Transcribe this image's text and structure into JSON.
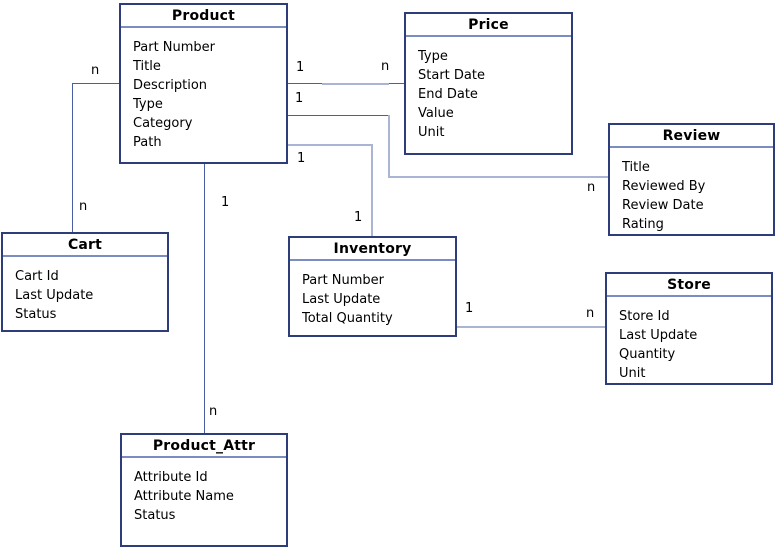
{
  "diagram_type": "entity-relationship",
  "entities": [
    {
      "name": "Product",
      "attributes": [
        "Part Number",
        "Title",
        "Description",
        "Type",
        "Category",
        "Path"
      ]
    },
    {
      "name": "Price",
      "attributes": [
        "Type",
        "Start Date",
        "End Date",
        "Value",
        "Unit"
      ]
    },
    {
      "name": "Review",
      "attributes": [
        "Title",
        "Reviewed By",
        "Review Date",
        "Rating"
      ]
    },
    {
      "name": "Cart",
      "attributes": [
        "Cart Id",
        "Last Update",
        "Status"
      ]
    },
    {
      "name": "Inventory",
      "attributes": [
        "Part Number",
        "Last Update",
        "Total Quantity"
      ]
    },
    {
      "name": "Store",
      "attributes": [
        "Store Id",
        "Last Update",
        "Quantity",
        "Unit"
      ]
    },
    {
      "name": "Product_Attr",
      "attributes": [
        "Attribute Id",
        "Attribute Name",
        "Status"
      ]
    }
  ],
  "relationships": [
    {
      "from": "Product",
      "to": "Cart",
      "from_card": "n",
      "to_card": "n"
    },
    {
      "from": "Product",
      "to": "Price",
      "from_card": "1",
      "to_card": "n"
    },
    {
      "from": "Product",
      "to": "Review",
      "from_card": "1",
      "to_card": "n"
    },
    {
      "from": "Product",
      "to": "Inventory",
      "from_card": "1",
      "to_card": "1"
    },
    {
      "from": "Product",
      "to": "Product_Attr",
      "from_card": "1",
      "to_card": "n"
    },
    {
      "from": "Inventory",
      "to": "Store",
      "from_card": "1",
      "to_card": "n"
    }
  ],
  "colors": {
    "box_border": "#2e3c7a",
    "title_divider": "#7a8cc0",
    "connector_dark": "#4c5ea3",
    "connector_light": "#aab5d3",
    "text": "#000000",
    "background": "#ffffff"
  }
}
